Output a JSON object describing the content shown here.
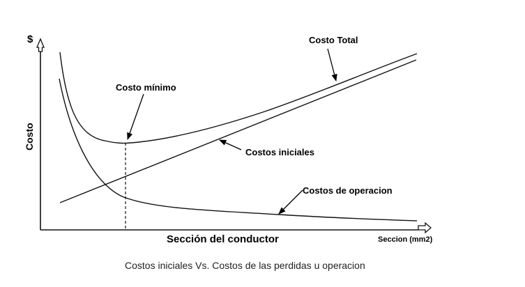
{
  "diagram": {
    "y_symbol": "$",
    "y_label": "Costo",
    "x_label": "Sección del conductor",
    "x_unit_label": "Seccion (mm2)",
    "annotations": {
      "total": "Costo Total",
      "minimum": "Costo mínimo",
      "initial": "Costos iniciales",
      "operation": "Costos de operacion"
    },
    "caption": "Costos iniciales Vs. Costos de las perdidas u operacion"
  },
  "colors": {
    "line": "#111111",
    "background": "#ffffff",
    "caption": "#222222"
  }
}
